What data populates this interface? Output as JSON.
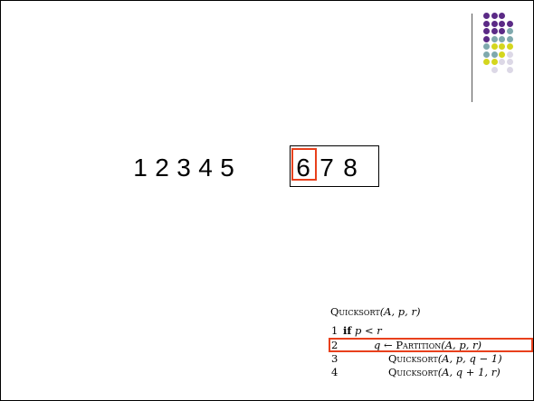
{
  "slide": {
    "numbers": [
      "1",
      "2",
      "3",
      "4",
      "5",
      "6",
      "7",
      "8"
    ],
    "highlight_color": "#e8401c",
    "pivot_index": 5,
    "subarray_range": [
      6,
      8
    ]
  },
  "dots": {
    "colors": {
      "purple": "#5b2a86",
      "teal": "#7fa9ad",
      "yellow": "#d4d61e",
      "light": "#dcd8e6"
    },
    "rows": [
      [
        "purple",
        "purple",
        "purple"
      ],
      [
        "purple",
        "purple",
        "purple",
        "purple"
      ],
      [
        "purple",
        "purple",
        "purple",
        "teal"
      ],
      [
        "purple",
        "teal",
        "teal",
        "teal"
      ],
      [
        "teal",
        "yellow",
        "yellow",
        "yellow"
      ],
      [
        "teal",
        "teal",
        "yellow",
        "light"
      ],
      [
        "yellow",
        "yellow",
        "light",
        "light"
      ],
      [
        "light",
        "light"
      ]
    ]
  },
  "code": {
    "title_proc": "Quicksort",
    "title_args": "(A, p, r)",
    "lines": [
      {
        "n": "1",
        "kw": "if",
        "text": "p < r"
      },
      {
        "n": "2",
        "text": "q ← ",
        "proc": "Partition",
        "args": "(A, p, r)"
      },
      {
        "n": "3",
        "proc": "Quicksort",
        "args": "(A, p, q − 1)"
      },
      {
        "n": "4",
        "proc": "Quicksort",
        "args": "(A, q + 1, r)"
      }
    ]
  }
}
